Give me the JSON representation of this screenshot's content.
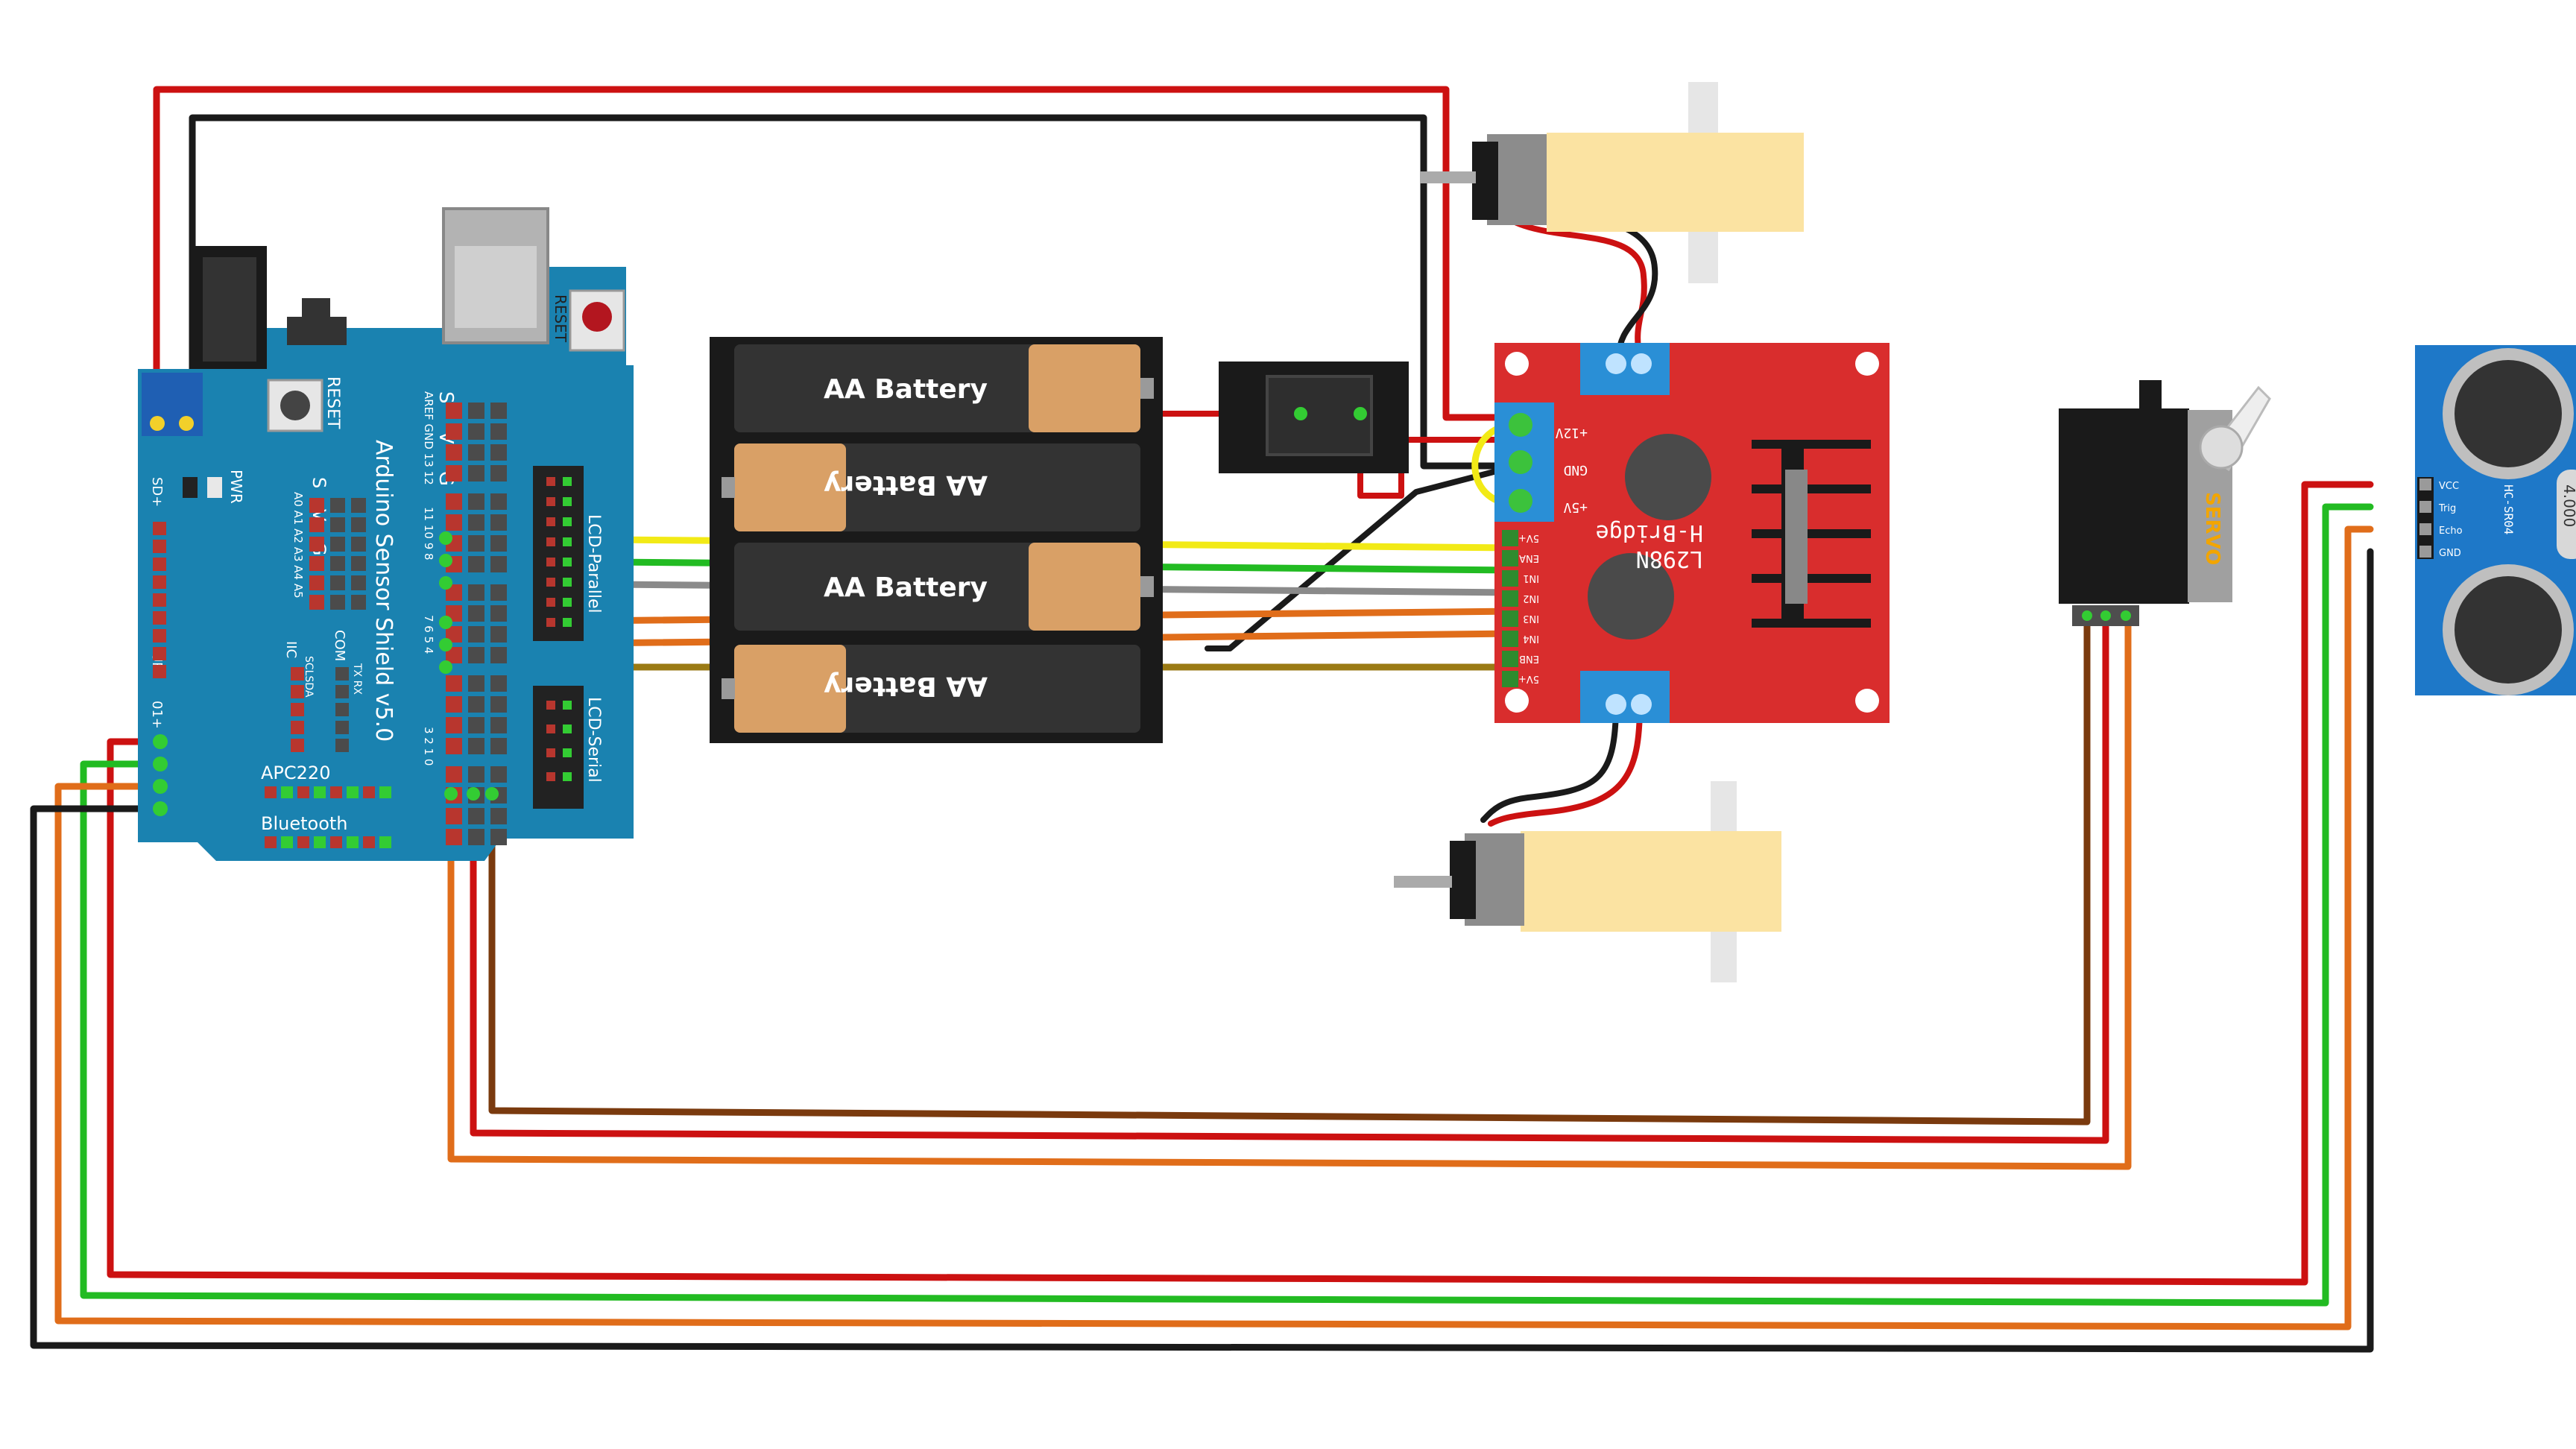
{
  "arduino": {
    "title": "Arduino Sensor Shield v5.0",
    "reset_top": "RESET",
    "reset_side": "RESET",
    "pwr": "PWR",
    "header_svg": "S V G",
    "digital_top": "AREF GND 13 12",
    "digital_mid": "11 10 9 8",
    "digital_low": "7 6 5 4",
    "digital_bottom": "3 2 1 0",
    "analog_svg": "S V G",
    "analog_labels": "A0 A1 A2 A3 A4 A5",
    "sd_label": "SD+",
    "urf_label": "URF",
    "iic_label": "IIC",
    "scl_sda": "SCLSDA",
    "com_label": "COM",
    "tx_rx": "TX RX",
    "lcd_parallel": "LCD-Parallel",
    "lcd_serial": "LCD-Serial",
    "apc220": "APC220",
    "bluetooth": "Bluetooth",
    "ol_label": "01+"
  },
  "battery": {
    "cells": [
      "AA Battery",
      "AA Battery",
      "AA Battery",
      "AA Battery"
    ]
  },
  "hbridge": {
    "name": "L298N",
    "subtitle": "H-Bridge",
    "power_labels": [
      "+12V",
      "GND",
      "+5V"
    ],
    "pin_labels": [
      "5V+",
      "ENA",
      "IN1",
      "IN2",
      "IN3",
      "IN4",
      "ENB",
      "5V+"
    ]
  },
  "servo": {
    "label": "SERVO"
  },
  "ultrasonic": {
    "model": "HC-SR04",
    "pins": [
      "VCC",
      "Trig",
      "Echo",
      "GND"
    ],
    "crystal": "4.000"
  },
  "colors": {
    "arduino_board": "#1a82b0",
    "hbridge_board": "#d92d2d",
    "wire_red": "#cc1111",
    "wire_black": "#1a1a1a",
    "wire_yellow": "#f2ea16",
    "wire_green": "#22bb22",
    "wire_gray": "#8a8a8a",
    "wire_orange": "#e06d1a",
    "wire_olive": "#9a7a14",
    "wire_brown": "#7a3a0e"
  }
}
